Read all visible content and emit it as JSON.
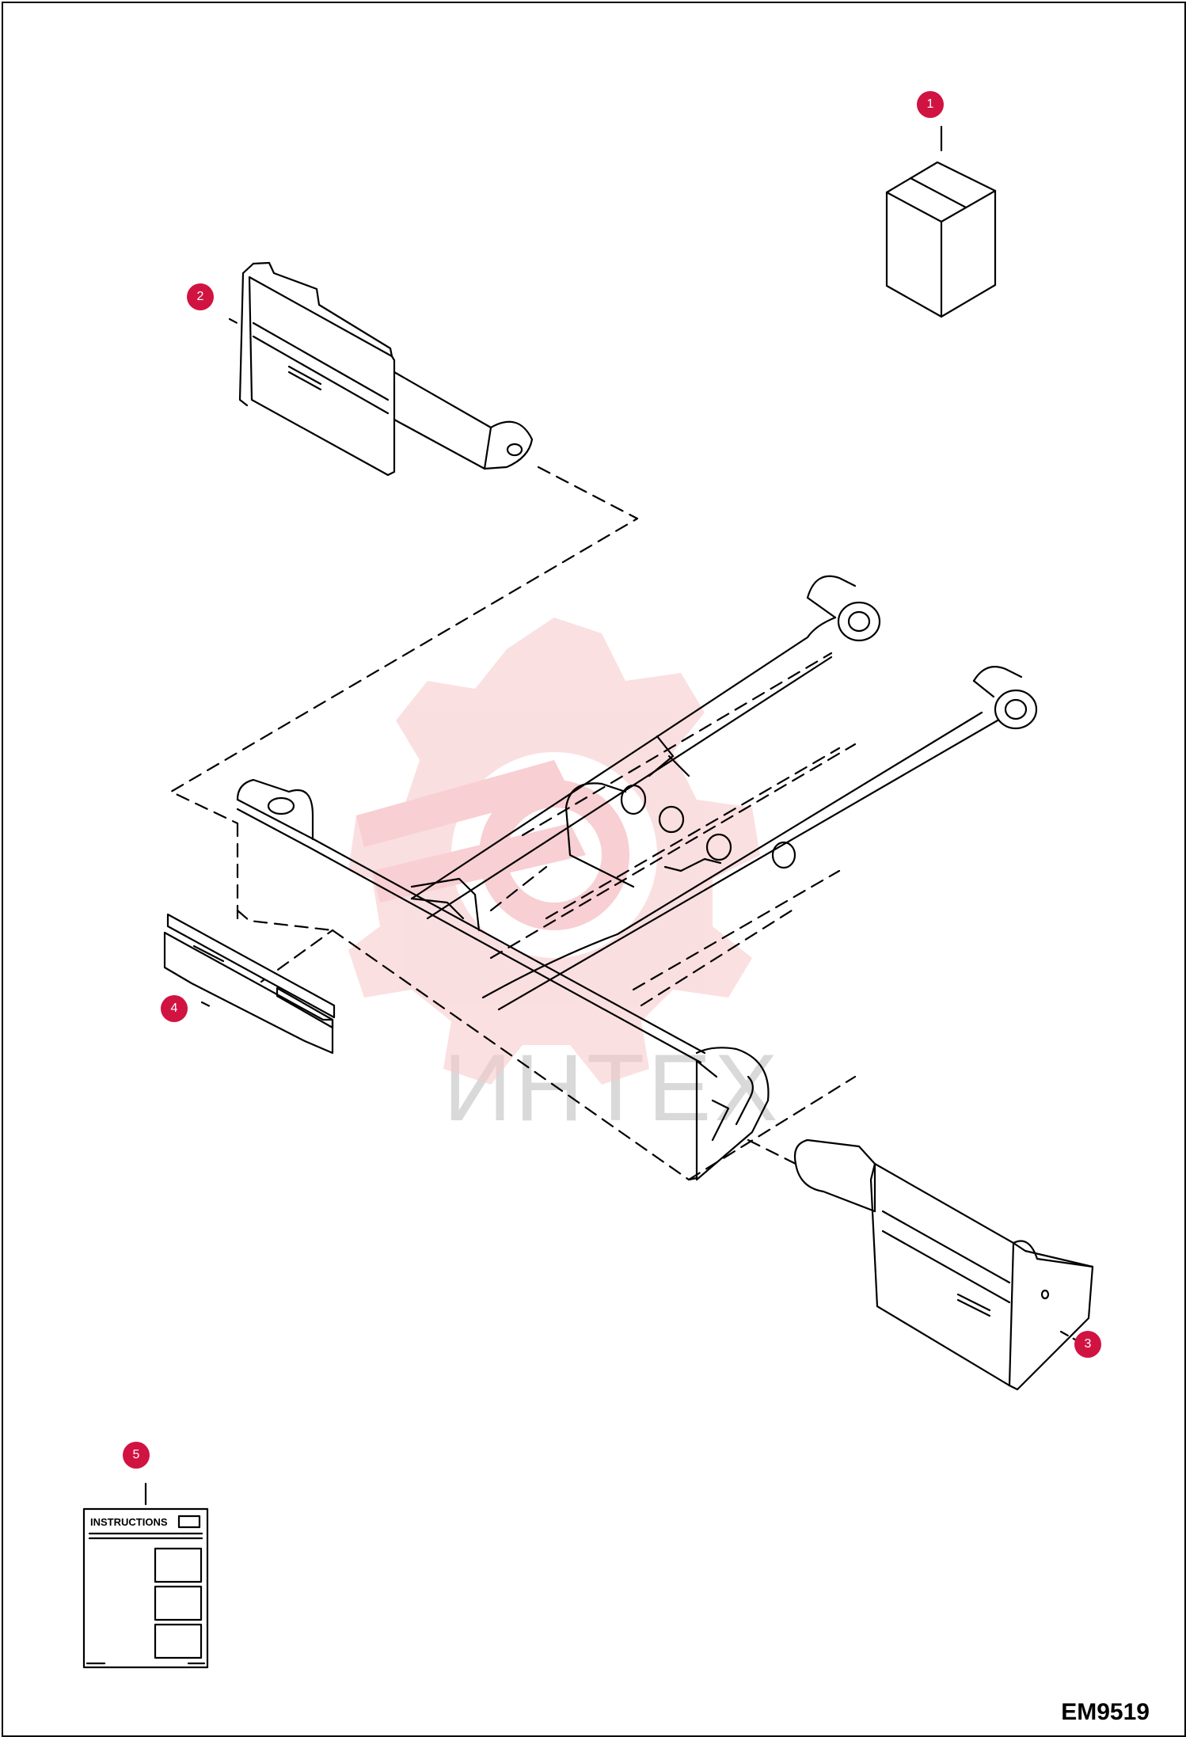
{
  "drawing_code": "EM9519",
  "watermark": {
    "text": "ИНТЕХ",
    "color": "#f7c6c9"
  },
  "instructions_sheet": {
    "title": "INSTRUCTIONS"
  },
  "callout_color": "#d11341",
  "callouts": [
    {
      "number": "1"
    },
    {
      "number": "2"
    },
    {
      "number": "3"
    },
    {
      "number": "4"
    },
    {
      "number": "5"
    }
  ]
}
